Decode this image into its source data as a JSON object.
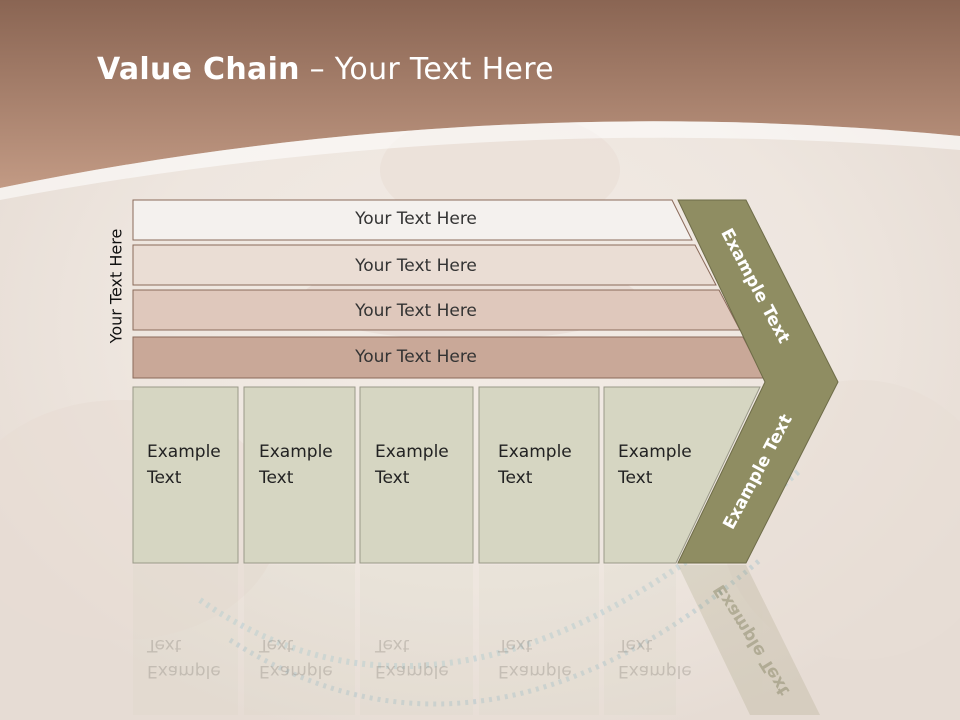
{
  "slide": {
    "title_bold": "Value Chain",
    "title_rest": " – Your Text Here",
    "side_label": "Your Text Here"
  },
  "bands": [
    {
      "label": "Your Text Here",
      "fill": "#f4f1ee"
    },
    {
      "label": "Your Text Here",
      "fill": "#eaddd4"
    },
    {
      "label": "Your Text Here",
      "fill": "#dfc8bc"
    },
    {
      "label": "Your Text Here",
      "fill": "#c9a898"
    }
  ],
  "boxes": [
    {
      "line1": "Example",
      "line2": "Text"
    },
    {
      "line1": "Example",
      "line2": "Text"
    },
    {
      "line1": "Example",
      "line2": "Text"
    },
    {
      "line1": "Example",
      "line2": "Text"
    },
    {
      "line1": "Example",
      "line2": "Text"
    }
  ],
  "chevron": {
    "upper_label": "Example Text",
    "lower_label": "Example Text",
    "fill": "#8f8d62"
  },
  "colors": {
    "header_brown": "#a97e69",
    "box_fill": "#d6d6c2",
    "band_stroke": "#8a6a5a"
  }
}
